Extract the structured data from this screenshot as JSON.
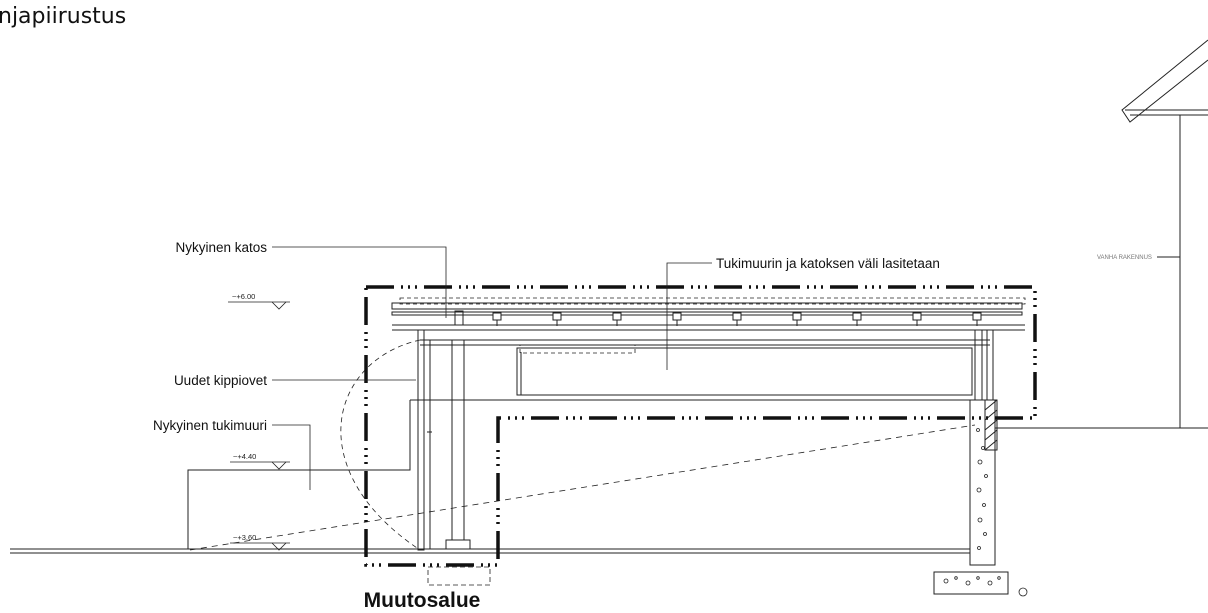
{
  "title": "njapiirustus",
  "labels": {
    "current_canopy": "Nykyinen katos",
    "glazing_note": "Tukimuurin ja katoksen väli lasitetaan",
    "new_doors": "Uudet kippiovet",
    "current_wall": "Nykyinen tukimuuri",
    "old_building": "VANHA RAKENNUS",
    "change_area": "Muutosalue"
  },
  "levels": {
    "top": "~+6.00",
    "mid": "~+4.40",
    "ground": "~+3.60"
  }
}
